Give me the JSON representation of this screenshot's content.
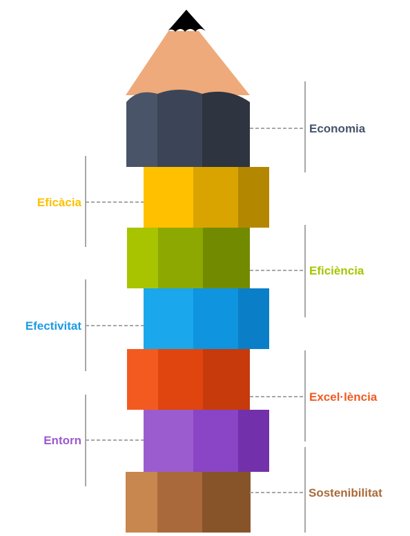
{
  "pencil": {
    "tip_color": "#000000",
    "wood_color": "#EEAA7B",
    "eraser_colors": [
      "#4A5468",
      "#3C4557",
      "#2E3440"
    ]
  },
  "segments": [
    {
      "label": "Economia",
      "side": "right",
      "colors": [
        "#4A5468",
        "#3C4557",
        "#2E3440"
      ]
    },
    {
      "label": "Eficàcia",
      "side": "left",
      "colors": [
        "#FFC000",
        "#D9A400",
        "#B38700"
      ]
    },
    {
      "label": "Eficiència",
      "side": "right",
      "colors": [
        "#A8C400",
        "#8DA800",
        "#728A00"
      ]
    },
    {
      "label": "Efectivitat",
      "side": "left",
      "colors": [
        "#1AA7EC",
        "#0F94E0",
        "#0A7FC8"
      ]
    },
    {
      "label": "Excel·lència",
      "side": "right",
      "colors": [
        "#F35A1F",
        "#E0450F",
        "#C63A0C"
      ]
    },
    {
      "label": "Entorn",
      "side": "left",
      "colors": [
        "#9B5CD0",
        "#8A44C6",
        "#7231AB"
      ]
    },
    {
      "label": "Sostenibilitat",
      "side": "right",
      "colors": [
        "#C8874E",
        "#A9693A",
        "#875429"
      ]
    }
  ],
  "label_colors": {
    "Economia": "#44546A",
    "Eficàcia": "#FFC000",
    "Eficiència": "#A8C400",
    "Efectivitat": "#1A9BE6",
    "Excel·lència": "#F15A22",
    "Entorn": "#9B59D0",
    "Sostenibilitat": "#A86B3A"
  },
  "connector_color": "#A6A6A6"
}
